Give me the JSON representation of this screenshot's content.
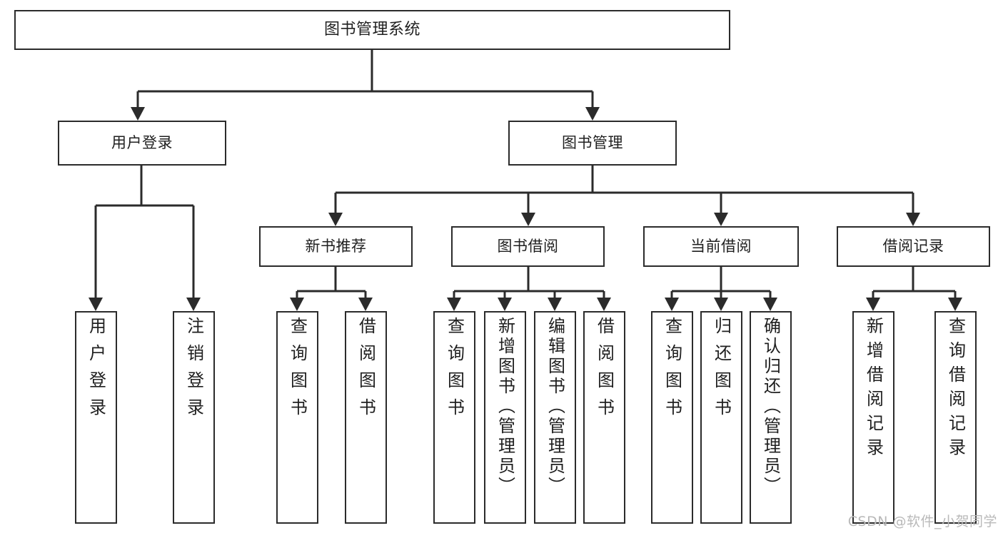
{
  "diagram": {
    "type": "tree",
    "title": "图书管理系统",
    "root": {
      "id": "root",
      "label": "图书管理系统"
    },
    "level2": [
      {
        "id": "user-login",
        "label": "用户登录"
      },
      {
        "id": "book-manage",
        "label": "图书管理"
      }
    ],
    "level3": [
      {
        "id": "new-book-rec",
        "label": "新书推荐",
        "parent": "book-manage"
      },
      {
        "id": "book-borrow",
        "label": "图书借阅",
        "parent": "book-manage"
      },
      {
        "id": "current-borrow",
        "label": "当前借阅",
        "parent": "book-manage"
      },
      {
        "id": "borrow-record",
        "label": "借阅记录",
        "parent": "book-manage"
      }
    ],
    "leaves": [
      {
        "id": "leaf-user-login",
        "label": "用户登录",
        "parent": "user-login"
      },
      {
        "id": "leaf-logout",
        "label": "注销登录",
        "parent": "user-login"
      },
      {
        "id": "leaf-query-book-1",
        "label": "查询图书",
        "parent": "new-book-rec"
      },
      {
        "id": "leaf-borrow-book-1",
        "label": "借阅图书",
        "parent": "new-book-rec"
      },
      {
        "id": "leaf-query-book-2",
        "label": "查询图书",
        "parent": "book-borrow"
      },
      {
        "id": "leaf-add-book",
        "label": "新增图书（管理员）",
        "parent": "book-borrow"
      },
      {
        "id": "leaf-edit-book",
        "label": "编辑图书（管理员）",
        "parent": "book-borrow"
      },
      {
        "id": "leaf-borrow-book-2",
        "label": "借阅图书",
        "parent": "book-borrow"
      },
      {
        "id": "leaf-query-book-3",
        "label": "查询图书",
        "parent": "current-borrow"
      },
      {
        "id": "leaf-return-book",
        "label": "归还图书",
        "parent": "current-borrow"
      },
      {
        "id": "leaf-confirm-return",
        "label": "确认归还（管理员）",
        "parent": "current-borrow"
      },
      {
        "id": "leaf-add-record",
        "label": "新增借阅记录",
        "parent": "borrow-record"
      },
      {
        "id": "leaf-query-record",
        "label": "查询借阅记录",
        "parent": "borrow-record"
      }
    ]
  },
  "watermark": {
    "text": "CSDN @软件_小贺同学"
  },
  "colors": {
    "stroke": "#2b2b2b",
    "background": "#ffffff",
    "text": "#1f1f1f",
    "watermark": "#b9b9b9"
  }
}
